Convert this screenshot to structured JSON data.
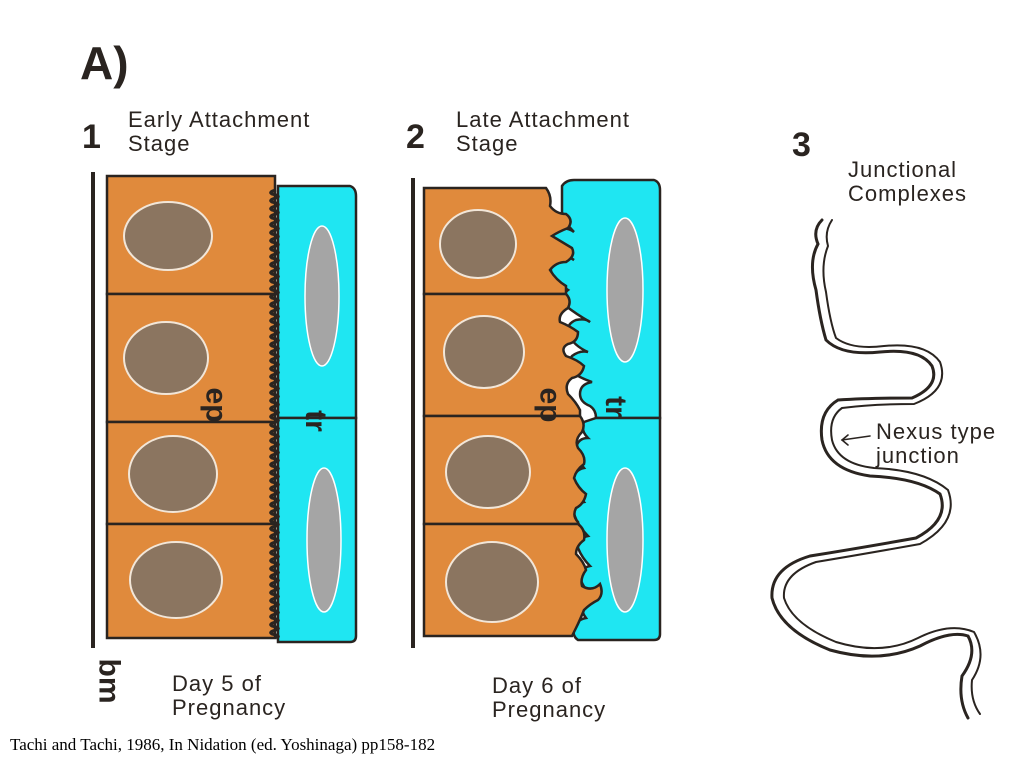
{
  "panel_label": "A)",
  "panels": [
    {
      "number": "1",
      "stage": "Early Attachment\nStage",
      "day": "Day 5 of\nPregnancy"
    },
    {
      "number": "2",
      "stage": "Late Attachment\nStage",
      "day": "Day 6 of\nPregnancy"
    },
    {
      "number": "3",
      "title": "Junctional\nComplexes",
      "annotation": "Nexus type\njunction"
    }
  ],
  "labels": {
    "epithelium": "ep",
    "trophoblast": "tr",
    "basement_membrane": "bm"
  },
  "citation": "Tachi and Tachi, 1986, In Nidation (ed. Yoshinaga)  pp158-182",
  "colors": {
    "epithelium": "#e08a3c",
    "trophoblast": "#1fe6f2",
    "nucleus": "#8b7560",
    "tr_nucleus": "#a5a5a5",
    "outline": "#2a2420"
  }
}
